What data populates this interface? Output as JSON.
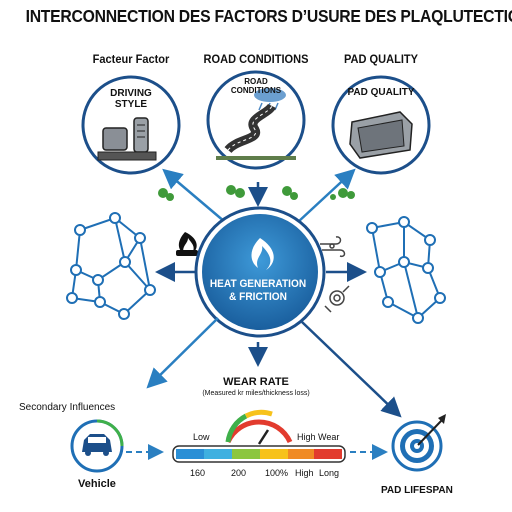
{
  "title": "INTERCONNECTION DES FACTORS D’USURE DES PLAQLUTECTION",
  "top_labels": {
    "left": "Facteur Factor",
    "center": "ROAD CONDITIONS",
    "right": "PAD QUALITY"
  },
  "circles": {
    "driving_style": [
      "DRIVING",
      "STYLE"
    ],
    "road_conditions": [
      "ROAD",
      "CONDITIONS"
    ],
    "pad_quality": "PAD QUALITY"
  },
  "center": {
    "line1": "HEAT GENERATION",
    "line2": "& FRICTION"
  },
  "wear": {
    "title": "WEAR RATE",
    "subtitle": "(Measured kr miles/thickness loss)",
    "low": "Low",
    "high": "High Wear",
    "scale": [
      "160",
      "200",
      "100%",
      "High",
      "Long"
    ]
  },
  "secondary": "Secondary Influences",
  "vehicle": "Vehicle",
  "lifespan": "PAD LIFESPAN",
  "colors": {
    "primary_blue": "#1f6fb5",
    "dark_blue": "#1c4f8a",
    "gauge": [
      "#2a8fd6",
      "#3fb0e0",
      "#8cc63f",
      "#f7c21b",
      "#f08a24",
      "#e23b2e"
    ]
  }
}
